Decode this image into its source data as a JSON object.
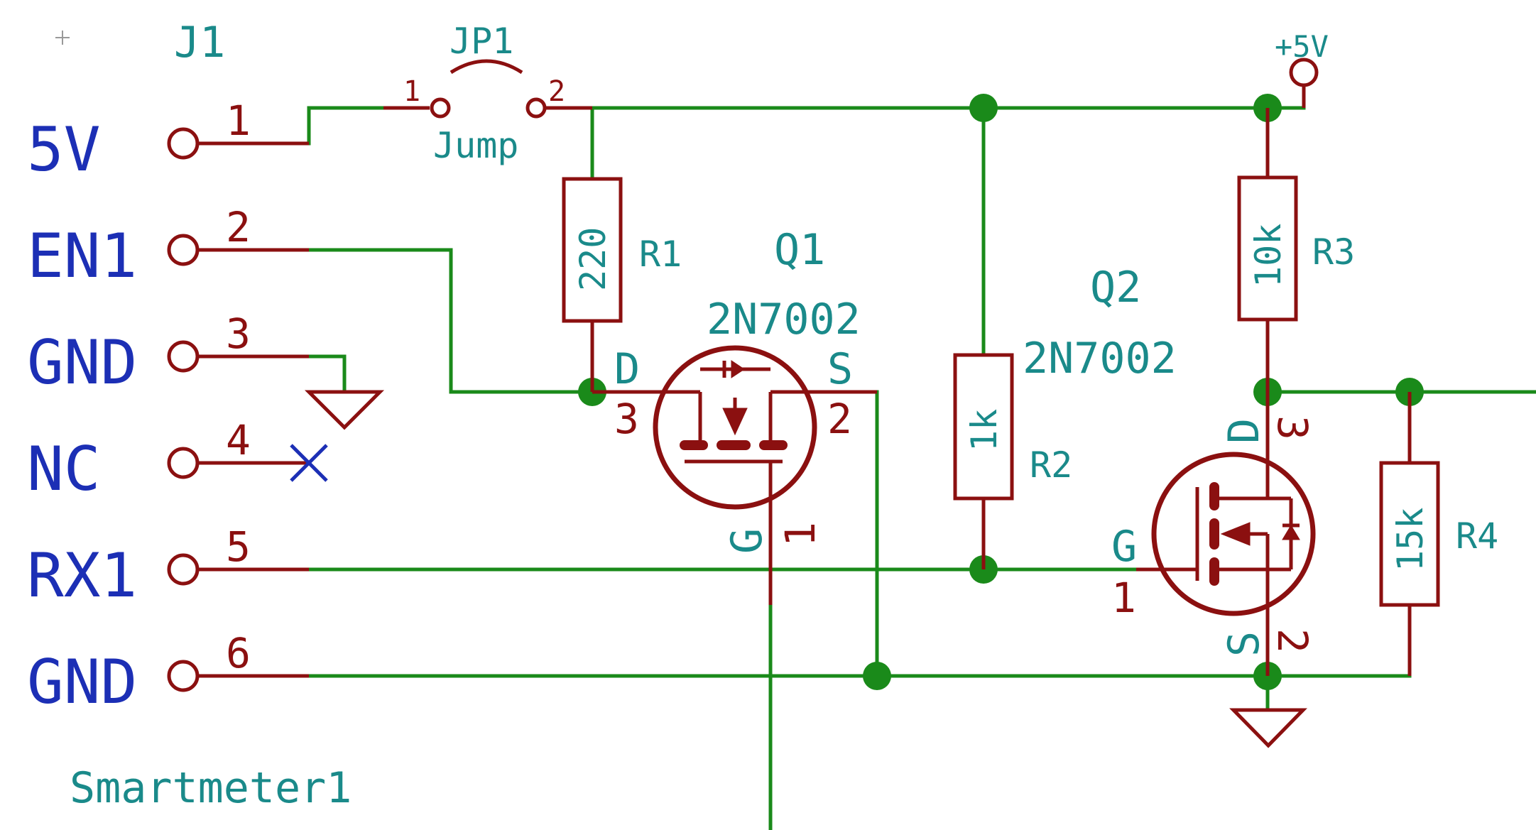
{
  "connector": {
    "ref": "J1",
    "value": "Smartmeter1",
    "pins": [
      {
        "number": "1",
        "net": "5V"
      },
      {
        "number": "2",
        "net": "EN1"
      },
      {
        "number": "3",
        "net": "GND"
      },
      {
        "number": "4",
        "net": "NC"
      },
      {
        "number": "5",
        "net": "RX1"
      },
      {
        "number": "6",
        "net": "GND"
      }
    ]
  },
  "jumper": {
    "ref": "JP1",
    "value": "Jump",
    "pin1": "1",
    "pin2": "2"
  },
  "power": {
    "label": "+5V"
  },
  "resistors": [
    {
      "ref": "R1",
      "value": "220"
    },
    {
      "ref": "R2",
      "value": "1k"
    },
    {
      "ref": "R3",
      "value": "10k"
    },
    {
      "ref": "R4",
      "value": "15k"
    }
  ],
  "transistors": [
    {
      "ref": "Q1",
      "value": "2N7002",
      "d": "D",
      "s": "S",
      "g": "G",
      "pin_d": "3",
      "pin_s": "2",
      "pin_g": "1"
    },
    {
      "ref": "Q2",
      "value": "2N7002",
      "d": "D",
      "s": "S",
      "g": "G",
      "pin_d": "3",
      "pin_s": "2",
      "pin_g": "1"
    }
  ],
  "colors": {
    "wire": "#1a8a1a",
    "symbol": "#8b1010",
    "net_label": "#1c2fb5",
    "reference": "#1a8a8a"
  }
}
